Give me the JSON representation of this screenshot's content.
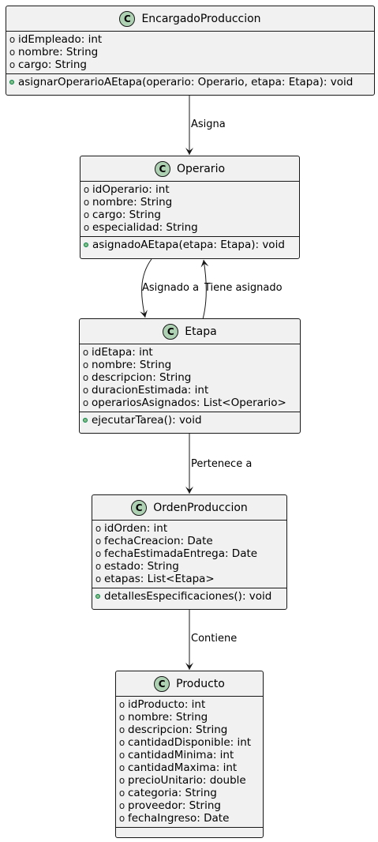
{
  "classes": [
    {
      "name": "EncargadoProduccion",
      "attributes": [
        "idEmpleado: int",
        "nombre: String",
        "cargo: String"
      ],
      "methods": [
        "asignarOperarioAEtapa(operario: Operario, etapa: Etapa): void"
      ]
    },
    {
      "name": "Operario",
      "attributes": [
        "idOperario: int",
        "nombre: String",
        "cargo: String",
        "especialidad: String"
      ],
      "methods": [
        "asignadoAEtapa(etapa: Etapa): void"
      ]
    },
    {
      "name": "Etapa",
      "attributes": [
        "idEtapa: int",
        "nombre: String",
        "descripcion: String",
        "duracionEstimada: int",
        "operariosAsignados: List<Operario>"
      ],
      "methods": [
        "ejecutarTarea(): void"
      ]
    },
    {
      "name": "OrdenProduccion",
      "attributes": [
        "idOrden: int",
        "fechaCreacion: Date",
        "fechaEstimadaEntrega: Date",
        "estado: String",
        "etapas: List<Etapa>"
      ],
      "methods": [
        "detallesEspecificaciones(): void"
      ]
    },
    {
      "name": "Producto",
      "attributes": [
        "idProducto: int",
        "nombre: String",
        "descripcion: String",
        "cantidadDisponible: int",
        "cantidadMinima: int",
        "cantidadMaxima: int",
        "precioUnitario: double",
        "categoria: String",
        "proveedor: String",
        "fechaIngreso: Date"
      ],
      "methods": []
    }
  ],
  "class_badge": "C",
  "visibility_symbol": "o",
  "relations": [
    {
      "from": "EncargadoProduccion",
      "to": "Operario",
      "label": "Asigna"
    },
    {
      "from": "Operario",
      "to": "Etapa",
      "label": "Asignado a"
    },
    {
      "from": "Etapa",
      "to": "Operario",
      "label": "Tiene asignado"
    },
    {
      "from": "Etapa",
      "to": "OrdenProduccion",
      "label": "Pertenece a"
    },
    {
      "from": "OrdenProduccion",
      "to": "Producto",
      "label": "Contiene"
    }
  ],
  "colors": {
    "class_fill": "#f1f1f1",
    "border": "#181818",
    "badge": "#add1b2",
    "method_dot": "#84be84"
  }
}
